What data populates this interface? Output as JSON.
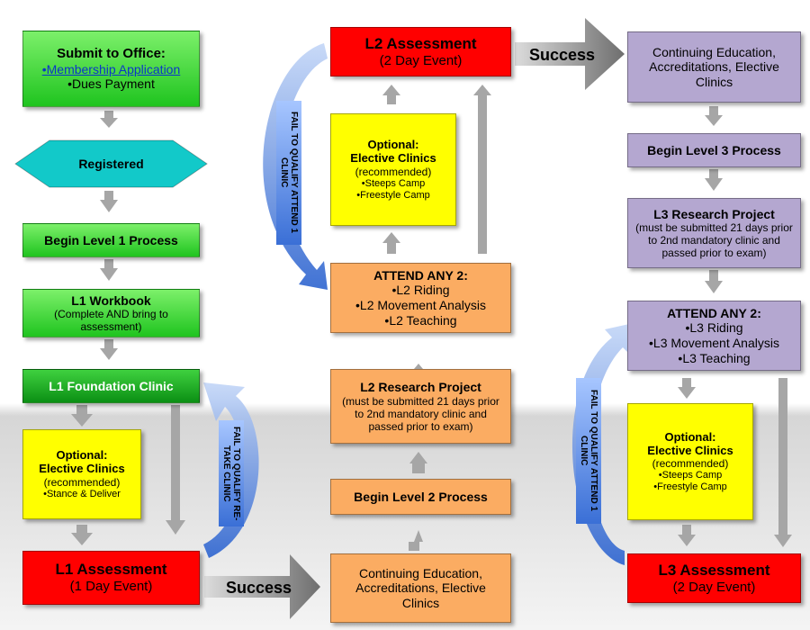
{
  "column1": {
    "submit": {
      "title": "Submit to Office:",
      "item1": "•Membership Application",
      "item2": "•Dues Payment"
    },
    "registered": "Registered",
    "begin_l1": "Begin Level 1 Process",
    "l1_workbook": {
      "title": "L1 Workbook",
      "sub": "(Complete AND bring to assessment)"
    },
    "l1_foundation": "L1 Foundation Clinic",
    "optional": {
      "title": "Optional:",
      "title2": "Elective Clinics",
      "sub": "(recommended)",
      "item1": "•Stance & Deliver"
    },
    "l1_assessment": {
      "title": "L1 Assessment",
      "sub": "(1 Day Event)"
    },
    "fail_label": "FAIL TO QUALIFY RE-TAKE CLINIC",
    "success_label": "Success"
  },
  "column2": {
    "l2_assessment": {
      "title": "L2 Assessment",
      "sub": "(2 Day Event)"
    },
    "optional": {
      "title": "Optional:",
      "title2": "Elective Clinics",
      "sub": "(recommended)",
      "item1": "•Steeps Camp",
      "item2": "•Freestyle Camp"
    },
    "attend": {
      "title": "ATTEND ANY 2:",
      "item1": "•L2 Riding",
      "item2": "•L2 Movement Analysis",
      "item3": "•L2 Teaching"
    },
    "research": {
      "title": "L2 Research Project",
      "sub": "(must be submitted 21 days prior  to 2nd mandatory clinic and passed prior to exam)"
    },
    "begin_l2": "Begin Level 2 Process",
    "continuing": "Continuing Education, Accreditations, Elective Clinics",
    "fail_label": "FAIL TO QUALIFY ATTEND 1 CLINIC",
    "success_label": "Success"
  },
  "column3": {
    "continuing": "Continuing Education, Accreditations, Elective Clinics",
    "begin_l3": "Begin Level 3 Process",
    "research": {
      "title": "L3 Research Project",
      "sub": "(must be submitted 21 days prior  to 2nd mandatory clinic and passed prior to exam)"
    },
    "attend": {
      "title": "ATTEND ANY 2:",
      "item1": "•L3 Riding",
      "item2": "•L3 Movement Analysis",
      "item3": "•L3 Teaching"
    },
    "optional": {
      "title": "Optional:",
      "title2": "Elective Clinics",
      "sub": "(recommended)",
      "item1": "•Steeps Camp",
      "item2": "•Freestyle Camp"
    },
    "l3_assessment": {
      "title": "L3 Assessment",
      "sub": "(2 Day Event)"
    },
    "fail_label": "FAIL TO QUALIFY ATTEND 1 CLINIC"
  },
  "colors": {
    "green": "#1fc41f",
    "yellow": "#ffff00",
    "orange": "#fbac62",
    "red": "#ff0000",
    "purple": "#b4a7d0",
    "teal": "#12c9c9",
    "arrow_gray": "#a6a6a6",
    "curve_blue": "#4f7fd8"
  }
}
